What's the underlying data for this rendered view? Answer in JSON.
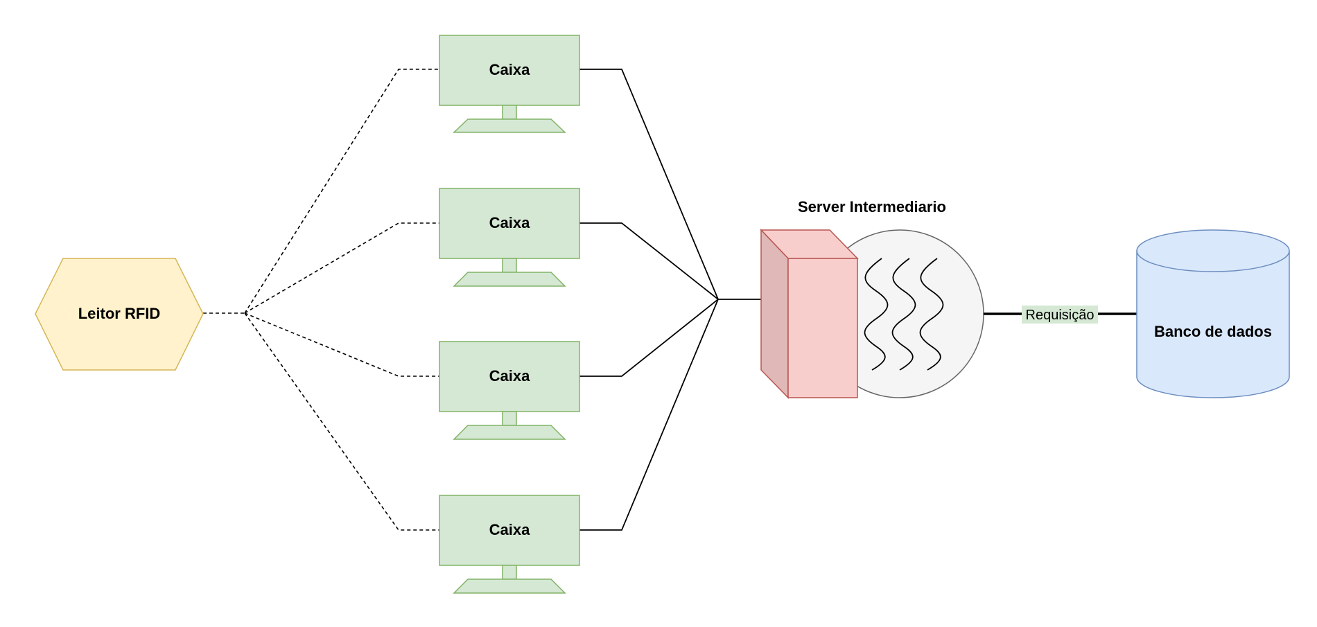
{
  "diagram": {
    "reader": {
      "label": "Leitor RFID",
      "fill": "#fff2cc",
      "stroke": "#d6b656"
    },
    "terminals": [
      {
        "label": "Caixa"
      },
      {
        "label": "Caixa"
      },
      {
        "label": "Caixa"
      },
      {
        "label": "Caixa"
      }
    ],
    "terminal_style": {
      "fill": "#d5e8d4",
      "stroke": "#82b366"
    },
    "server": {
      "title": "Server Intermediario",
      "box_fill": "#f8cecc",
      "box_side_fill": "#e0b8b8",
      "box_stroke": "#b85450",
      "circle_fill": "#f5f5f5",
      "circle_stroke": "#666666"
    },
    "request": {
      "label": "Requisição",
      "label_bg": "#d5e8d4"
    },
    "database": {
      "label": "Banco de dados",
      "fill": "#dae8fc",
      "stroke": "#6c8ebf"
    }
  }
}
